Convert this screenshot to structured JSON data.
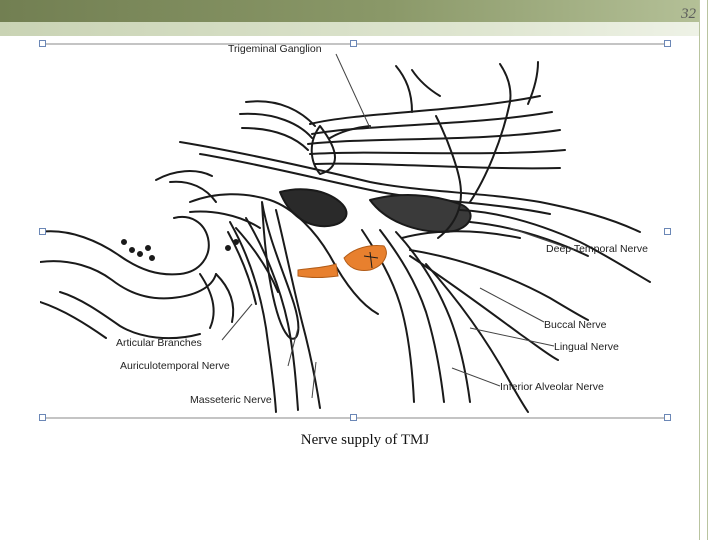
{
  "slide": {
    "page_number": "32",
    "caption": "Nerve supply of TMJ"
  },
  "diagram": {
    "labels": {
      "trigeminal_ganglion": "Trigeminal Ganglion",
      "deep_temporal_nerve": "Deep Temporal Nerve",
      "buccal_nerve": "Buccal Nerve",
      "lingual_nerve": "Lingual Nerve",
      "inferior_alveolar_nerve": "Inferior Alveolar Nerve",
      "articular_branches": "Articular Branches",
      "auriculotemporal_nerve": "Auriculotemporal Nerve",
      "masseteric_nerve": "Masseteric Nerve"
    },
    "colors": {
      "ink": "#1a1a1a",
      "highlight": "#e8802e"
    }
  }
}
